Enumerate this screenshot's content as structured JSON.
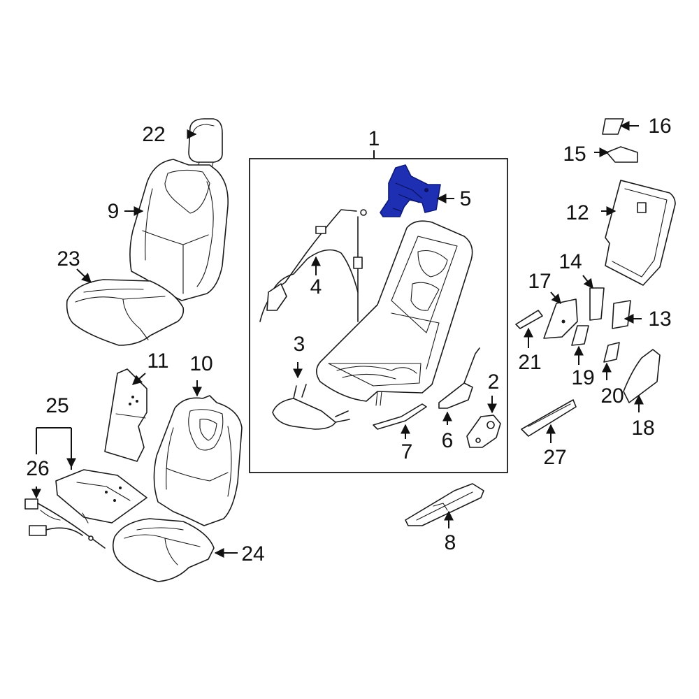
{
  "diagram": {
    "callouts": [
      "1",
      "2",
      "3",
      "4",
      "5",
      "6",
      "7",
      "8",
      "9",
      "10",
      "11",
      "12",
      "13",
      "14",
      "15",
      "16",
      "17",
      "18",
      "19",
      "20",
      "21",
      "22",
      "23",
      "24",
      "25",
      "26",
      "27"
    ],
    "highlight_color": "#1f2fb3",
    "line_color": "#1a1a1a",
    "background": "#ffffff"
  }
}
